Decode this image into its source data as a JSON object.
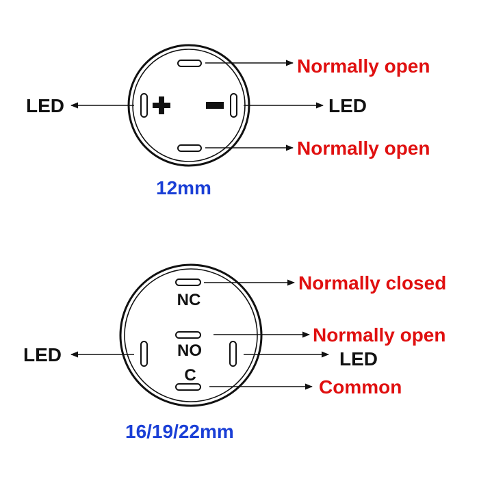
{
  "colors": {
    "label_text": "#111111",
    "function_text": "#e01010",
    "size_text": "#1a3fd6"
  },
  "top_diagram": {
    "size_label": "12mm",
    "pin_top_label": "Normally open",
    "pin_bottom_label": "Normally open",
    "left_label": "LED",
    "right_label": "LED",
    "plus_symbol": "+",
    "minus_symbol": "-"
  },
  "bottom_diagram": {
    "size_label": "16/19/22mm",
    "nc_pin_text": "NC",
    "no_pin_text": "NO",
    "c_pin_text": "C",
    "nc_label": "Normally closed",
    "no_label": "Normally open",
    "c_label": "Common",
    "left_label": "LED",
    "right_label": "LED"
  }
}
